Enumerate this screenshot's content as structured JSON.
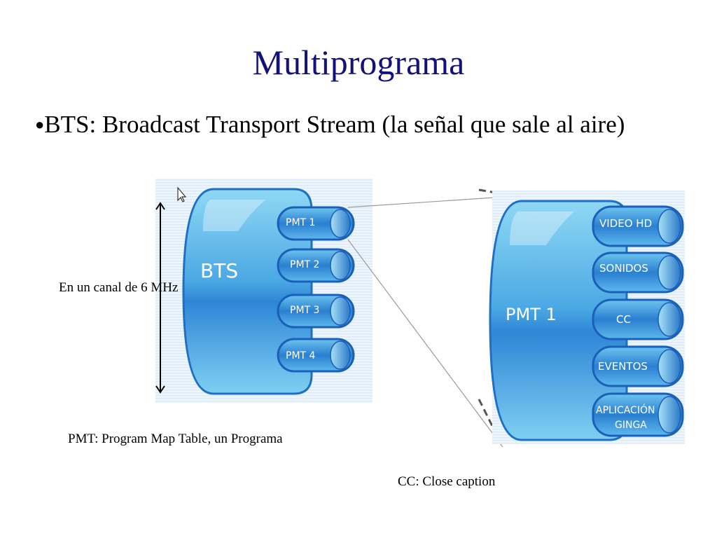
{
  "slide": {
    "title": "Multiprograma",
    "bullet": "BTS: Broadcast Transport Stream (la señal que sale al aire)",
    "bullet_marker": "●"
  },
  "annotations": {
    "channel_width": "En un canal de 6 MHz",
    "pmt_definition": "PMT: Program Map Table, un Programa",
    "cc_definition": "CC: Close caption"
  },
  "bts_block": {
    "label": "BTS",
    "pmts": [
      "PMT 1",
      "PMT 2",
      "PMT 3",
      "PMT 4"
    ]
  },
  "pmt_block": {
    "label": "PMT 1",
    "components": [
      "VIDEO HD",
      "SONIDOS",
      "CC",
      "EVENTOS"
    ],
    "app_line1": "APLICACIÓN",
    "app_line2": "GINGA"
  },
  "colors": {
    "title": "#12127a",
    "box_light": "#8fd8f4",
    "box_mid": "#3a9ee0",
    "box_dark": "#1a5fb8"
  }
}
